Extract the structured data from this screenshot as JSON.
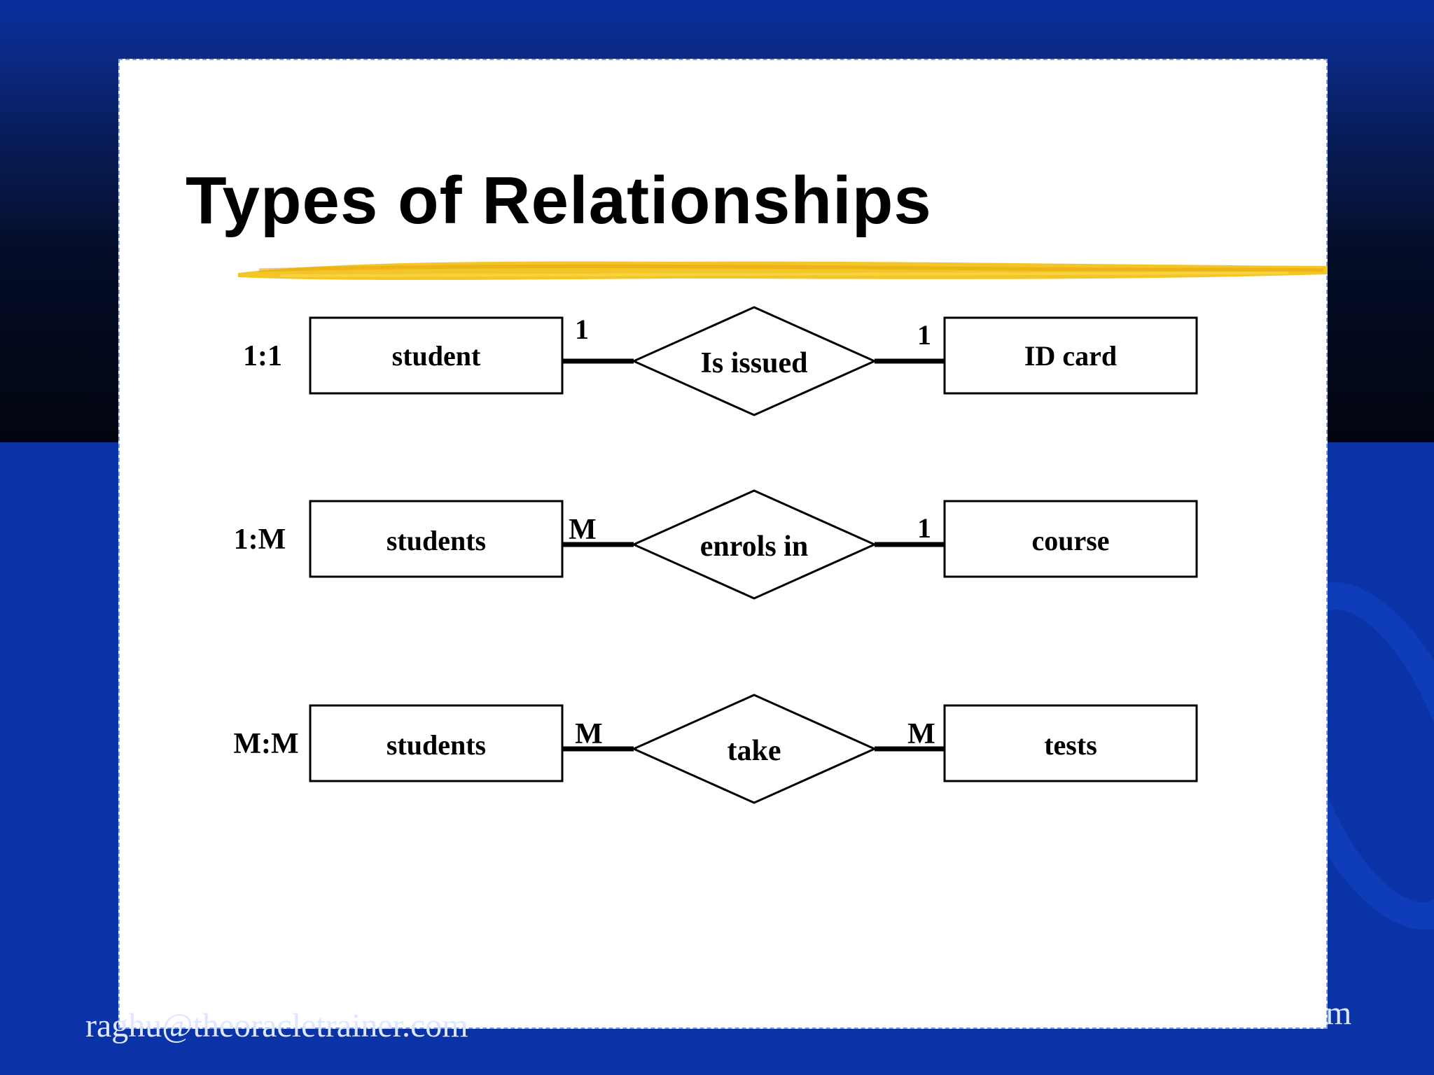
{
  "slide": {
    "title": "Types of Relationships",
    "accent_color": "#f2c21a"
  },
  "rows": [
    {
      "type_label": "1:1",
      "left_entity": "student",
      "left_cardinality": "1",
      "relationship": "Is issued",
      "right_cardinality": "1",
      "right_entity": "ID card"
    },
    {
      "type_label": "1:M",
      "left_entity": "students",
      "left_cardinality": "M",
      "relationship": "enrols in",
      "right_cardinality": "1",
      "right_entity": "course"
    },
    {
      "type_label": "M:M",
      "left_entity": "students",
      "left_cardinality": "M",
      "relationship": "take",
      "right_cardinality": "M",
      "right_entity": "tests"
    }
  ],
  "footer": {
    "left_text": "raghu@theoracletrainer.com",
    "right_text": "m"
  },
  "colors": {
    "background_blue": "#0a33a8",
    "background_dark": "#02050f",
    "slide_background": "#ffffff"
  }
}
